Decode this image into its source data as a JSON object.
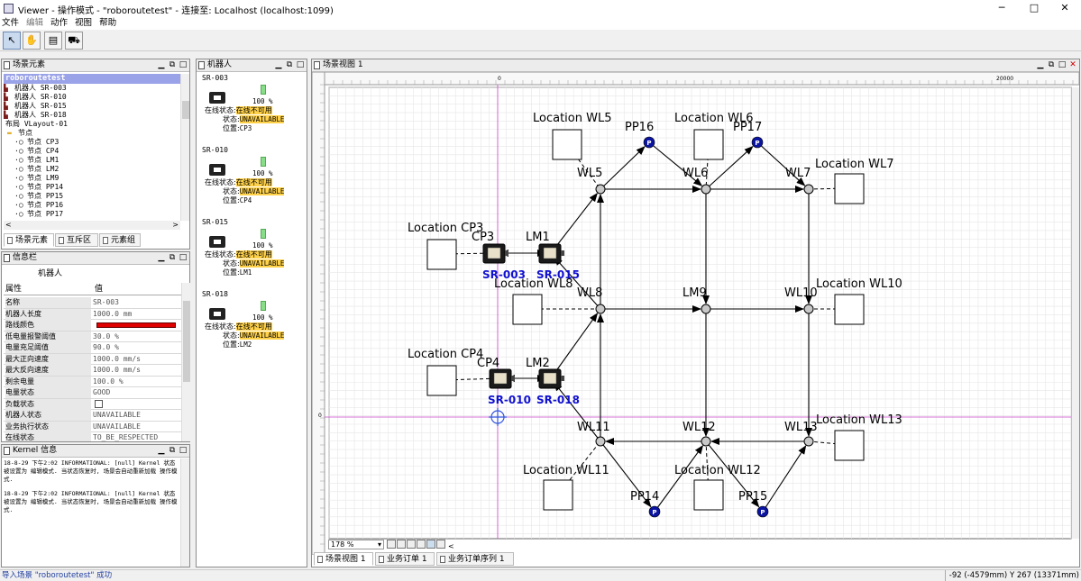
{
  "window": {
    "title": "Viewer - 操作模式 - \"roboroutetest\" - 连接至: Localhost (localhost:1099)",
    "minimize": "─",
    "maximize": "□",
    "close": "✕"
  },
  "menu": [
    "文件",
    "编辑",
    "动作",
    "视图",
    "帮助"
  ],
  "toolbar": {
    "tools": [
      {
        "name": "select-tool",
        "icon": "arrow-cursor-icon",
        "glyph": "↖"
      },
      {
        "name": "pan-tool",
        "icon": "hand-icon",
        "glyph": "✋"
      },
      {
        "name": "create-order-tool",
        "icon": "clipboard-icon",
        "glyph": "▤"
      },
      {
        "name": "create-peripheral-tool",
        "icon": "vehicle-icon",
        "glyph": "⛟"
      }
    ]
  },
  "scene_elements": {
    "title": "场景元素",
    "model_name": "roboroutetest",
    "items": [
      "机器人 SR-003",
      "机器人 SR-010",
      "机器人 SR-015",
      "机器人 SR-018",
      "布局 VLayout-01",
      "节点",
      "节点 CP3",
      "节点 CP4",
      "节点 LM1",
      "节点 LM2",
      "节点 LM9",
      "节点 PP14",
      "节点 PP15",
      "节点 PP16",
      "节点 PP17"
    ],
    "tabs": [
      "场景元素",
      "互斥区",
      "元素组"
    ]
  },
  "info_panel": {
    "title": "信息栏",
    "subject": "机器人",
    "col_property": "属性",
    "col_value": "值",
    "rows": [
      {
        "k": "名称",
        "v": "SR-003"
      },
      {
        "k": "机器人长度",
        "v": "1000.0 mm"
      },
      {
        "k": "路线颜色",
        "v": ""
      },
      {
        "k": "低电量报警阈值",
        "v": "30.0 %"
      },
      {
        "k": "电量充足阈值",
        "v": "90.0 %"
      },
      {
        "k": "最大正向速度",
        "v": "1000.0 mm/s"
      },
      {
        "k": "最大反向速度",
        "v": "1000.0 mm/s"
      },
      {
        "k": "剩余电量",
        "v": "100.0 %"
      },
      {
        "k": "电量状态",
        "v": "GOOD"
      },
      {
        "k": "负载状态",
        "v": ""
      },
      {
        "k": "机器人状态",
        "v": "UNAVAILABLE"
      },
      {
        "k": "业务执行状态",
        "v": "UNAVAILABLE"
      },
      {
        "k": "在线状态",
        "v": "TO_BE_RESPECTED"
      }
    ],
    "route_color": "#e00000"
  },
  "kernel_panel": {
    "title": "Kernel 信息",
    "messages": [
      "18-8-29 下午2:02 INFORMATIONAL: [null] Kernel 状态被设置为 编辑模式. 当状态恢复时, 场景会自动重新加载 操作模式.",
      "18-8-29 下午2:02 INFORMATIONAL: [null] Kernel 状态被设置为 编辑模式. 当状态恢复时, 场景会自动重新加载 操作模式."
    ]
  },
  "robots_panel": {
    "title": "机器人",
    "battery": "100 %",
    "online_label": "在线状态:",
    "state_label": "状态:",
    "pos_label": "位置:",
    "online_value": "在线不可用",
    "state_value": "UNAVAILABLE",
    "robots": [
      {
        "name": "SR-003",
        "position": "CP3"
      },
      {
        "name": "SR-010",
        "position": "CP4"
      },
      {
        "name": "SR-015",
        "position": "LM1"
      },
      {
        "name": "SR-018",
        "position": "LM2"
      }
    ]
  },
  "scene_view": {
    "title": "场景视图 1",
    "zoom": "178 %",
    "ruler_h": [
      "0",
      "20000"
    ],
    "ruler_v": [
      "0"
    ],
    "tabs": [
      "场景视图 1",
      "业务订单 1",
      "业务订单序列 1"
    ],
    "locations": [
      "Location WL5",
      "Location WL6",
      "Location WL7",
      "Location CP3",
      "Location WL8",
      "Location WL10",
      "Location CP4",
      "Location WL13",
      "Location WL11",
      "Location WL12"
    ],
    "points": [
      "WL5",
      "WL6",
      "WL7",
      "WL8",
      "LM9",
      "WL10",
      "WL11",
      "WL12",
      "WL13"
    ],
    "parking": [
      "PP16",
      "PP17",
      "PP14",
      "PP15"
    ],
    "parking_glyph": "P",
    "vehicle_nodes": [
      "CP3",
      "LM1",
      "CP4",
      "LM2"
    ],
    "vehicles": [
      "SR-003",
      "SR-015",
      "SR-010",
      "SR-018"
    ],
    "vehicle_label_color": "#1010d0",
    "parking_color": "#0a14a0"
  },
  "status_bar": {
    "message": "导入场景 \"roboroutetest\" 成功",
    "coords": "-92 (-4579mm) Y 267 (13371mm)"
  }
}
